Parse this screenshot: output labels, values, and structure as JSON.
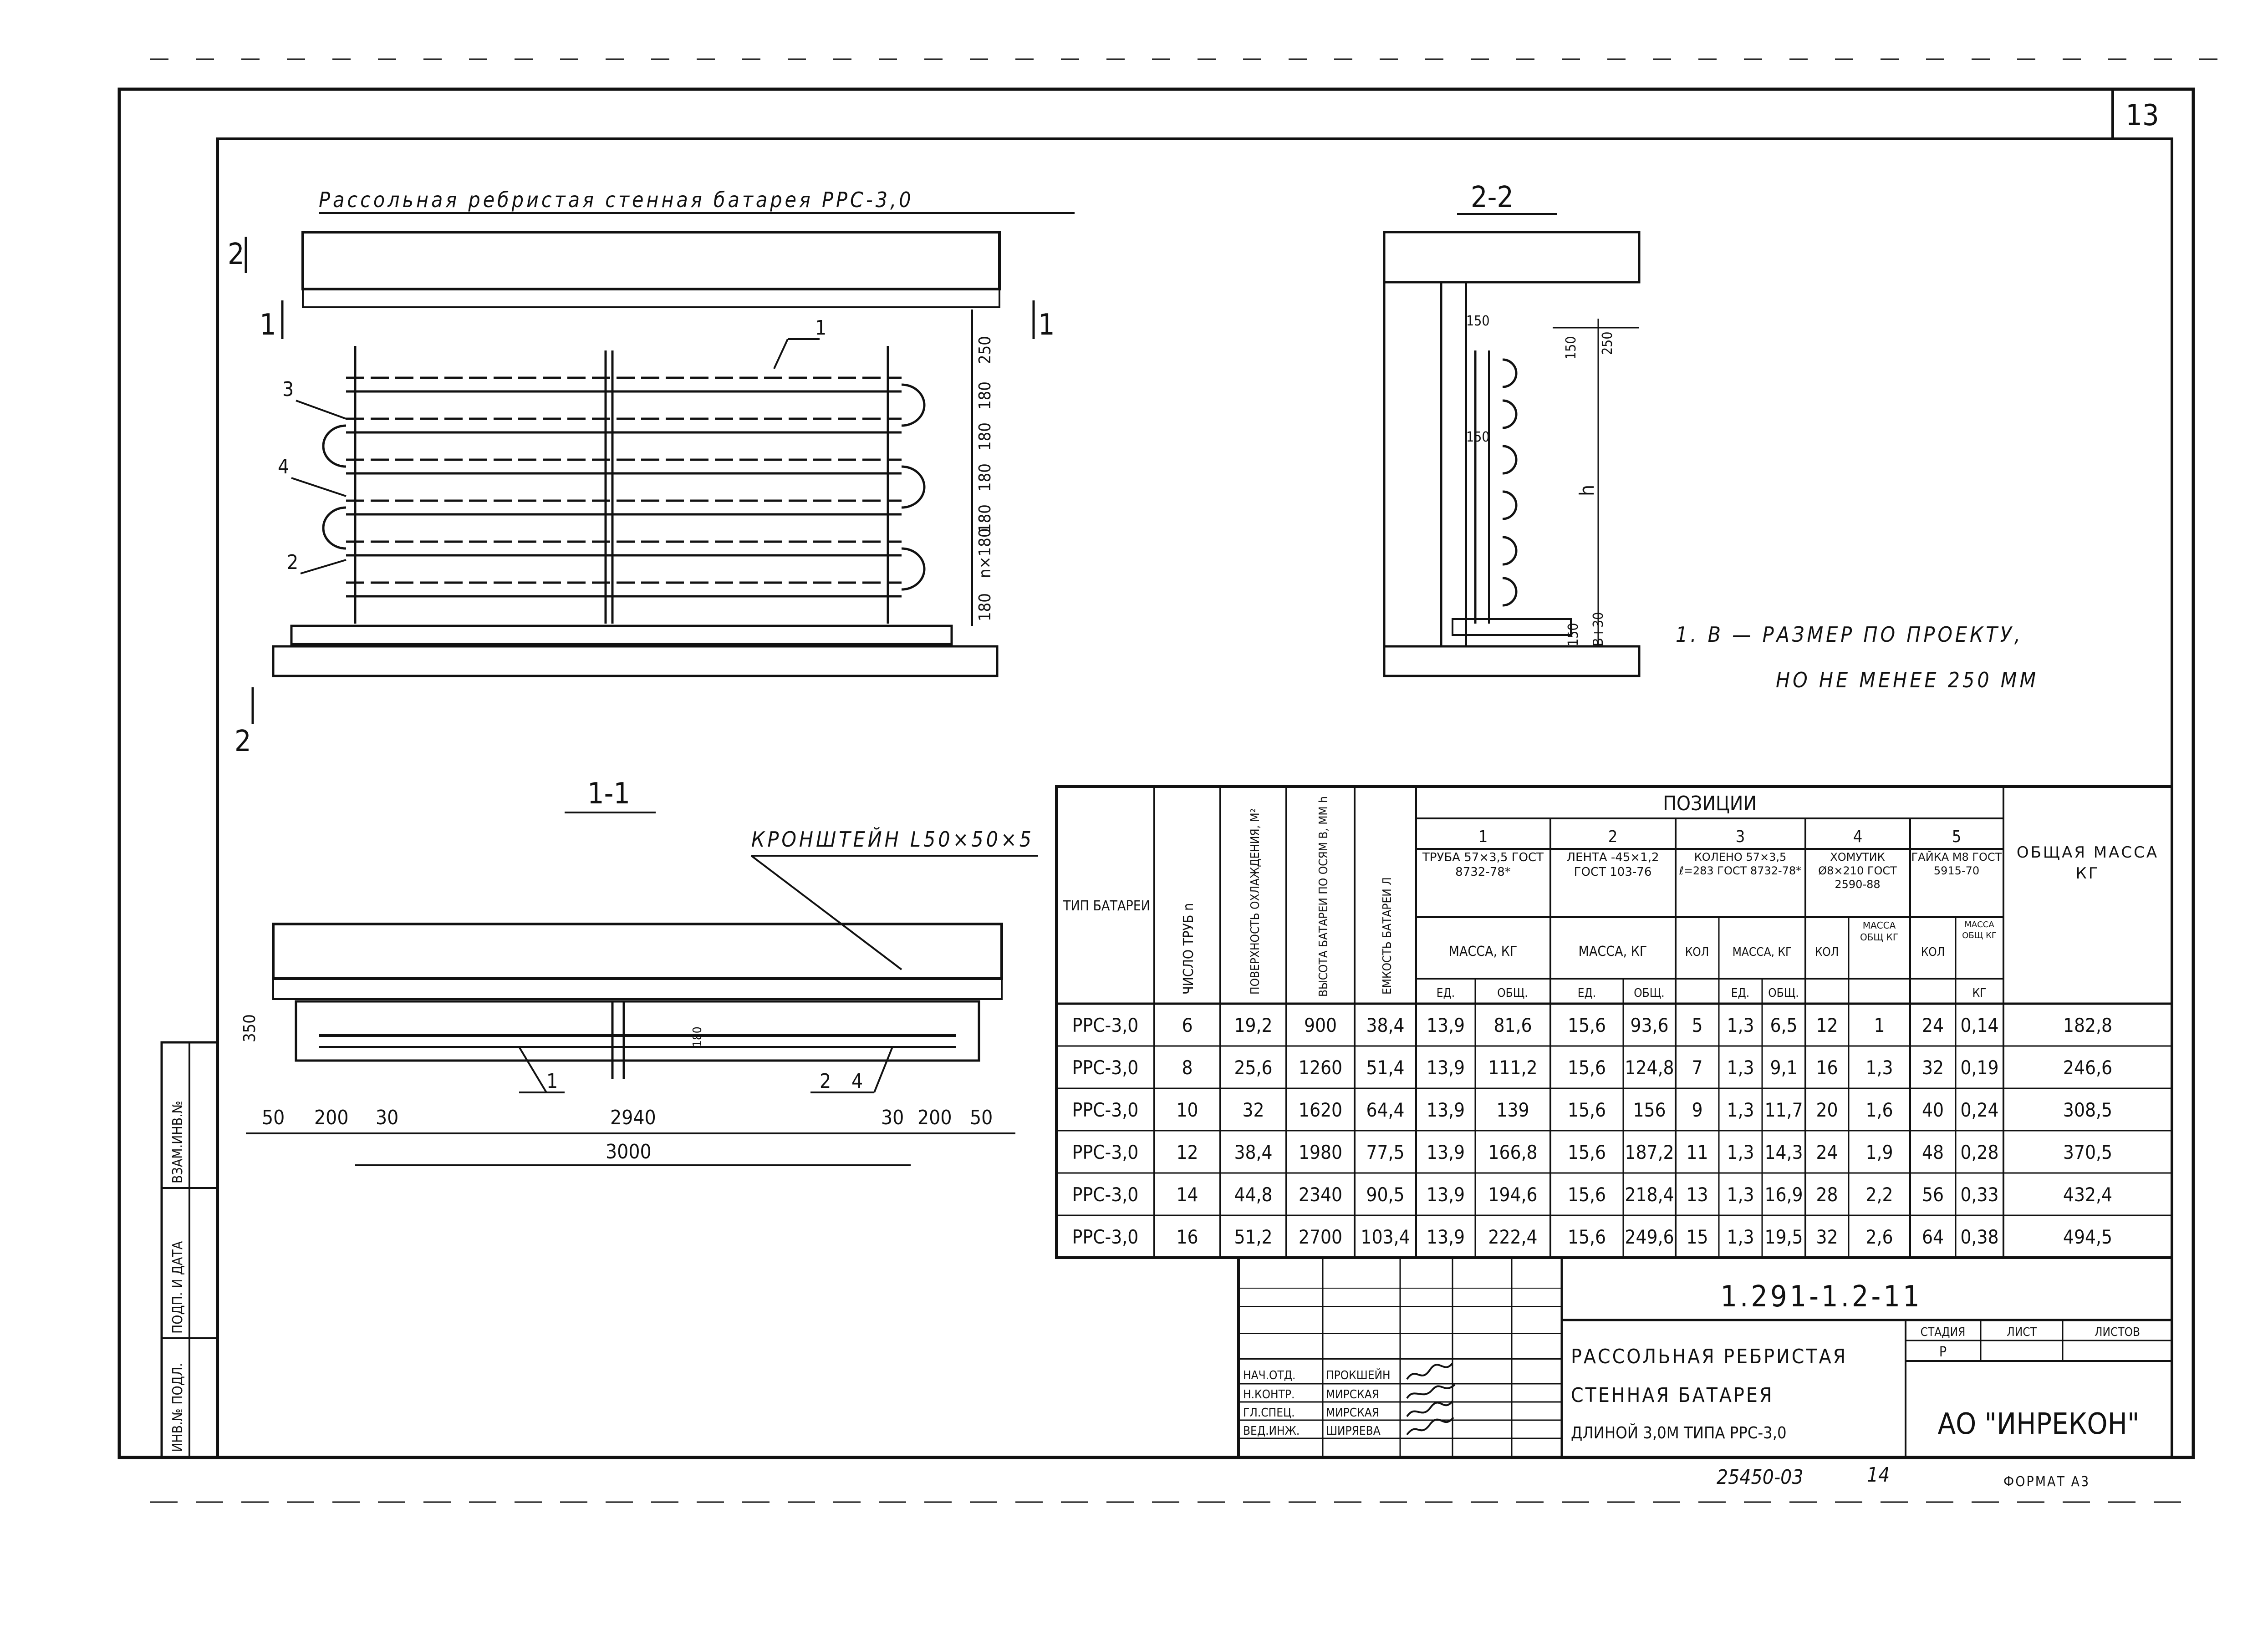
{
  "sheet": {
    "number": "13",
    "doc_code": "1.291-1.2-11",
    "archive_no": "25450-03",
    "page_no": "14",
    "format": "ФОРМАТ А3"
  },
  "drawing": {
    "title": "Рассольная ребристая стенная батарея РРС-3,0",
    "section_11_label": "1-1",
    "section_22_label": "2-2",
    "bracket_label": "КРОНШТЕЙН L50×50×5",
    "note_line1": "1. В — РАЗМЕР ПО ПРОЕКТУ,",
    "note_line2": "НО НЕ МЕНЕЕ 250 ММ",
    "callouts": [
      "1",
      "2",
      "3",
      "4"
    ],
    "cut_marks": [
      "1",
      "2"
    ],
    "dim_right": [
      "250",
      "180",
      "180",
      "180",
      "180",
      "n×180",
      "180"
    ],
    "dim_2": [
      "150",
      "150",
      "250",
      "150",
      "h",
      "150",
      "В+30"
    ],
    "dim_bottom": [
      "50",
      "200",
      "30",
      "2940",
      "30",
      "200",
      "50"
    ],
    "dim_total": "3000",
    "dim_height": "350",
    "dim_180_small": "180"
  },
  "table": {
    "headers": {
      "type": "ТИП БАТАРЕИ",
      "n": "ЧИСЛО ТРУБ n",
      "surface": "ПОВЕРХНОСТЬ ОХЛАЖДЕНИЯ, М²",
      "height": "ВЫСОТА БАТАРЕИ ПО ОСЯМ В, ММ h",
      "capacity": "ЕМКОСТЬ БАТАРЕИ Л",
      "positions": "ПОЗИЦИИ",
      "pos_nums": [
        "1",
        "2",
        "3",
        "4",
        "5"
      ],
      "pos_names": [
        "ТРУБА 57×3,5 ГОСТ 8732-78*",
        "ЛЕНТА -45×1,2 ГОСТ 103-76",
        "КОЛЕНО 57×3,5 ℓ=283 ГОСТ 8732-78*",
        "ХОМУТИК Ø8×210 ГОСТ 2590-88",
        "ГАЙКА М8 ГОСТ 5915-70"
      ],
      "mass_kg": "МАССА, КГ",
      "kol": "КОЛ",
      "mass_total_kg": "МАССА ОБЩ КГ",
      "ed": "ЕД.",
      "obsh": "ОБЩ.",
      "kg": "КГ",
      "total_mass": "ОБЩАЯ МАССА КГ"
    },
    "rows": [
      [
        "РРС-3,0",
        "6",
        "19,2",
        "900",
        "38,4",
        "13,9",
        "81,6",
        "15,6",
        "93,6",
        "5",
        "1,3",
        "6,5",
        "12",
        "1",
        "24",
        "0,14",
        "182,8"
      ],
      [
        "РРС-3,0",
        "8",
        "25,6",
        "1260",
        "51,4",
        "13,9",
        "111,2",
        "15,6",
        "124,8",
        "7",
        "1,3",
        "9,1",
        "16",
        "1,3",
        "32",
        "0,19",
        "246,6"
      ],
      [
        "РРС-3,0",
        "10",
        "32",
        "1620",
        "64,4",
        "13,9",
        "139",
        "15,6",
        "156",
        "9",
        "1,3",
        "11,7",
        "20",
        "1,6",
        "40",
        "0,24",
        "308,5"
      ],
      [
        "РРС-3,0",
        "12",
        "38,4",
        "1980",
        "77,5",
        "13,9",
        "166,8",
        "15,6",
        "187,2",
        "11",
        "1,3",
        "14,3",
        "24",
        "1,9",
        "48",
        "0,28",
        "370,5"
      ],
      [
        "РРС-3,0",
        "14",
        "44,8",
        "2340",
        "90,5",
        "13,9",
        "194,6",
        "15,6",
        "218,4",
        "13",
        "1,3",
        "16,9",
        "28",
        "2,2",
        "56",
        "0,33",
        "432,4"
      ],
      [
        "РРС-3,0",
        "16",
        "51,2",
        "2700",
        "103,4",
        "13,9",
        "222,4",
        "15,6",
        "249,6",
        "15",
        "1,3",
        "19,5",
        "32",
        "2,6",
        "64",
        "0,38",
        "494,5"
      ]
    ]
  },
  "stamp": {
    "doc_title_lines": [
      "РАССОЛЬНАЯ РЕБРИСТАЯ",
      "СТЕННАЯ БАТАРЕЯ",
      "ДЛИНОЙ 3,0М ТИПА РРС-3,0"
    ],
    "stage_label": "СТАДИЯ",
    "sheet_label": "ЛИСТ",
    "sheets_label": "ЛИСТОВ",
    "stage_value": "Р",
    "company": "АО \"ИНРЕКОН\"",
    "signers": [
      {
        "role": "НАЧ.ОТД.",
        "name": "ПРОКШЕЙН"
      },
      {
        "role": "Н.КОНТР.",
        "name": "МИРСКАЯ"
      },
      {
        "role": "ГЛ.СПЕЦ.",
        "name": "МИРСКАЯ"
      },
      {
        "role": "ВЕД.ИНЖ.",
        "name": "ШИРЯЕВА"
      }
    ],
    "side_labels": [
      "ИНВ.№ ПОДЛ.",
      "ПОДП. И ДАТА",
      "ВЗАМ.ИНВ.№"
    ]
  }
}
